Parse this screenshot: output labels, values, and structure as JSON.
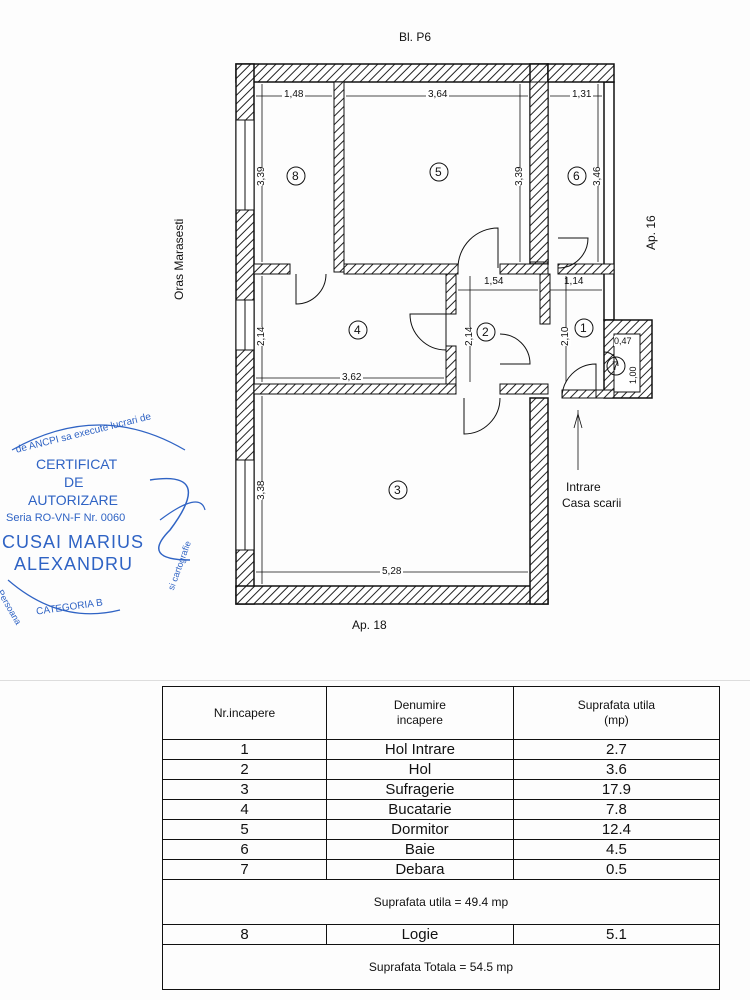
{
  "plan": {
    "top_label": "Bl. P6",
    "left_label": "Oras Marasesti",
    "right_label": "Ap. 16",
    "bottom_label": "Ap. 18",
    "entrance_line1": "Intrare",
    "entrance_line2": "Casa scarii",
    "dims": {
      "d148": "1,48",
      "d364": "3,64",
      "d131": "1,31",
      "d339a": "3,39",
      "d339b": "3,39",
      "d346": "3,46",
      "d154": "1,54",
      "d114": "1,14",
      "d214a": "2,14",
      "d214b": "2,14",
      "d210": "2,10",
      "d047": "0,47",
      "d100": "1,00",
      "d362": "3,62",
      "d338": "3,38",
      "d528": "5,28"
    },
    "room_numbers": {
      "r1": "1",
      "r2": "2",
      "r3": "3",
      "r4": "4",
      "r5": "5",
      "r6": "6",
      "r7": "7",
      "r8": "8"
    }
  },
  "stamp": {
    "arc_text": "de ANCPI sa execute lucrari de",
    "line1": "CERTIFICAT",
    "line2": "DE",
    "line3": "AUTORIZARE",
    "line4": "Seria RO-VN-F Nr. 0060",
    "line5": "CUSAI MARIUS",
    "line6": "ALEXANDRU",
    "category": "CATEGORIA B",
    "side_text": "Persoana",
    "right_side": "si cartografie"
  },
  "table": {
    "headers": {
      "nr": "Nr.incapere",
      "name": "Denumire\nincapere",
      "area": "Suprafata utila\n(mp)"
    },
    "rows": [
      {
        "nr": "1",
        "name": "Hol Intrare",
        "area": "2.7"
      },
      {
        "nr": "2",
        "name": "Hol",
        "area": "3.6"
      },
      {
        "nr": "3",
        "name": "Sufragerie",
        "area": "17.9"
      },
      {
        "nr": "4",
        "name": "Bucatarie",
        "area": "7.8"
      },
      {
        "nr": "5",
        "name": "Dormitor",
        "area": "12.4"
      },
      {
        "nr": "6",
        "name": "Baie",
        "area": "4.5"
      },
      {
        "nr": "7",
        "name": "Debara",
        "area": "0.5"
      }
    ],
    "subtotal": "Suprafata utila = 49.4 mp",
    "extra_row": {
      "nr": "8",
      "name": "Logie",
      "area": "5.1"
    },
    "total": "Suprafata Totala = 54.5 mp"
  }
}
